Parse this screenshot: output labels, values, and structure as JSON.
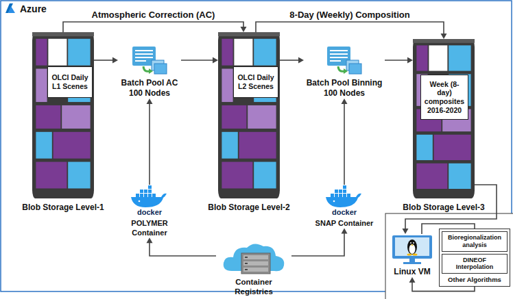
{
  "diagram": {
    "nodes": [
      {
        "text": [
          "Azure"
        ]
      },
      {
        "text": [
          "OLCI Daily L1 Scenes",
          "Blob Storage Level-1"
        ],
        "in": 0
      },
      {
        "text": [
          "Batch Pool AC 100 Nodes"
        ],
        "in": 0
      },
      {
        "text": [
          "OLCI Daily L2 Scenes",
          "Blob Storage Level-2"
        ],
        "in": 0
      },
      {
        "text": [
          "Batch Pool Binning 100 Nodes"
        ],
        "in": 0
      },
      {
        "text": [
          "Week (8-day) composites 2016-2020",
          "Blob Storage Level-3"
        ],
        "in": 0
      },
      {
        "text": [
          "docker",
          "POLYMER Container"
        ],
        "in": 0
      },
      {
        "text": [
          "docker",
          "SNAP Container"
        ],
        "in": 0
      },
      {
        "text": [
          "Container Registries"
        ],
        "in": 0
      },
      {
        "text": [
          "Linux VM"
        ],
        "in": 0
      },
      {
        "text": [
          "Other Algorithms"
        ],
        "in": 0
      },
      {
        "text": [
          "Bioregionalization analysis"
        ],
        "in": 10
      },
      {
        "text": [
          "DINEOF Interpolation"
        ],
        "in": 10
      }
    ],
    "edges": [
      {
        "from": 1,
        "to": 3,
        "label": "Atmospheric Correction (AC)",
        "arrow": "to"
      },
      {
        "from": 3,
        "to": 5,
        "label": "8-Day (Weekly) Composition",
        "arrow": "to"
      },
      {
        "from": 1,
        "to": 2,
        "arrow": "to"
      },
      {
        "from": 2,
        "to": 3,
        "arrow": "to"
      },
      {
        "from": 3,
        "to": 4,
        "arrow": "to"
      },
      {
        "from": 4,
        "to": 5,
        "arrow": "to"
      },
      {
        "from": 6,
        "to": 2,
        "arrow": "to"
      },
      {
        "from": 7,
        "to": 4,
        "arrow": "to"
      },
      {
        "from": 8,
        "to": 6,
        "arrow": "to"
      },
      {
        "from": 8,
        "to": 7,
        "arrow": "to"
      },
      {
        "from": 5,
        "to": 9,
        "arrow": "to"
      },
      {
        "from": 9,
        "to": 10,
        "arrow": "none"
      },
      {
        "from": 10,
        "to": 9,
        "arrow": "to"
      }
    ]
  }
}
